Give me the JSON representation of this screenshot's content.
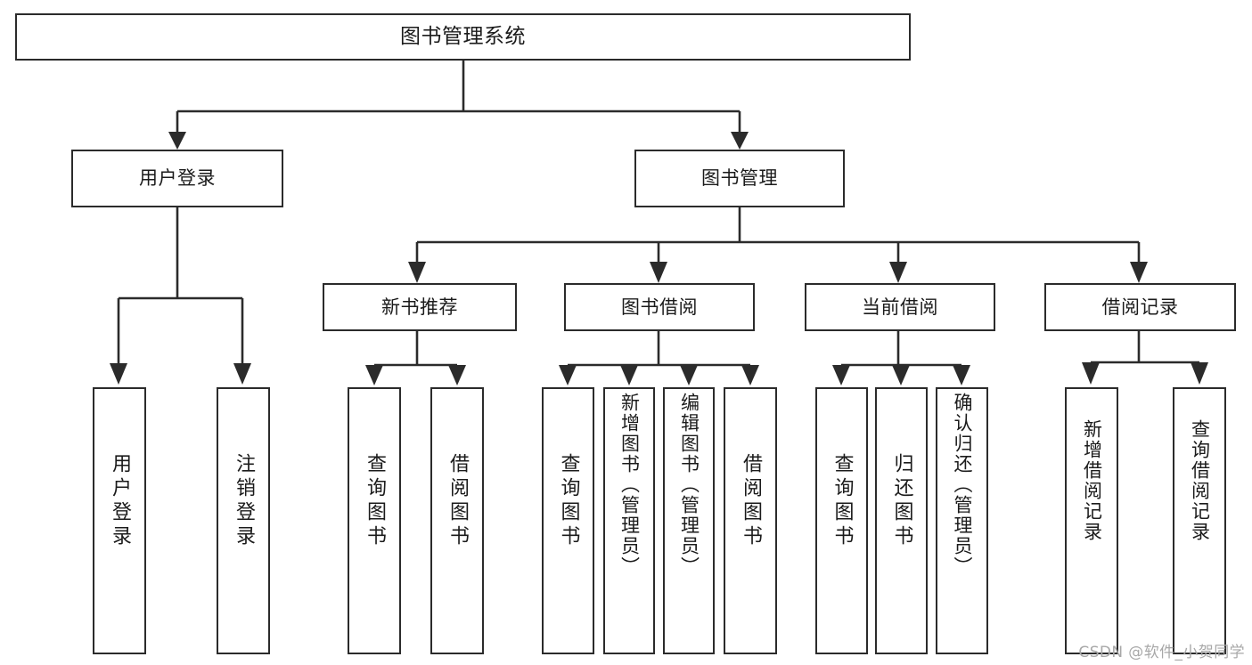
{
  "diagram": {
    "title": "图书管理系统",
    "type": "tree-hierarchy-chart",
    "root": {
      "label": "图书管理系统"
    },
    "level2": [
      {
        "label": "用户登录"
      },
      {
        "label": "图书管理"
      }
    ],
    "level3": [
      {
        "label": "新书推荐"
      },
      {
        "label": "图书借阅"
      },
      {
        "label": "当前借阅"
      },
      {
        "label": "借阅记录"
      }
    ],
    "leaves": {
      "user_login": [
        {
          "label": "用户登录"
        },
        {
          "label": "注销登录"
        }
      ],
      "new_book_recommend": [
        {
          "label": "查询图书"
        },
        {
          "label": "借阅图书"
        }
      ],
      "book_borrow": [
        {
          "label": "查询图书"
        },
        {
          "label": "新增图书（管理员）"
        },
        {
          "label": "编辑图书（管理员）"
        },
        {
          "label": "借阅图书"
        }
      ],
      "current_borrow": [
        {
          "label": "查询图书"
        },
        {
          "label": "归还图书"
        },
        {
          "label": "确认归还（管理员）"
        }
      ],
      "borrow_record": [
        {
          "label": "新增借阅记录"
        },
        {
          "label": "查询借阅记录"
        }
      ]
    }
  },
  "watermark": {
    "text": "CSDN @软件_小贺同学"
  },
  "colors": {
    "stroke": "#2b2b2b",
    "background": "#ffffff",
    "text": "#1b1b1b",
    "watermark": "#a8a8a8"
  }
}
